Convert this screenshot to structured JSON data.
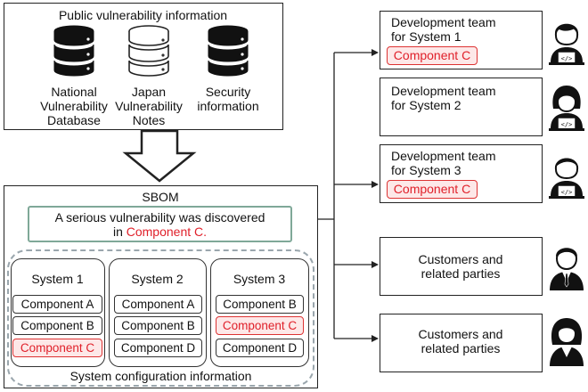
{
  "public_info": {
    "title": "Public vulnerability information",
    "sources": [
      {
        "label_lines": [
          "National",
          "Vulnerability",
          "Database"
        ],
        "color": "#111111",
        "icon": "database-icon-dark"
      },
      {
        "label_lines": [
          "Japan",
          "Vulnerability",
          "Notes"
        ],
        "color": "#ffffff",
        "icon": "database-icon-light"
      },
      {
        "label_lines": [
          "Security",
          "information"
        ],
        "color": "#111111",
        "icon": "database-icon-dark"
      }
    ]
  },
  "sbom": {
    "title": "SBOM",
    "alert_prefix": "A serious vulnerability was discovered",
    "alert_in": "in ",
    "alert_component": "Component C.",
    "config_label": "System configuration information",
    "systems": [
      {
        "name": "System 1",
        "components": [
          {
            "label": "Component A",
            "vulnerable": false
          },
          {
            "label": "Component B",
            "vulnerable": false
          },
          {
            "label": "Component C",
            "vulnerable": true
          }
        ]
      },
      {
        "name": "System 2",
        "components": [
          {
            "label": "Component A",
            "vulnerable": false
          },
          {
            "label": "Component B",
            "vulnerable": false
          },
          {
            "label": "Component D",
            "vulnerable": false
          }
        ]
      },
      {
        "name": "System 3",
        "components": [
          {
            "label": "Component B",
            "vulnerable": false
          },
          {
            "label": "Component C",
            "vulnerable": true
          },
          {
            "label": "Component D",
            "vulnerable": false
          }
        ]
      }
    ]
  },
  "recipients": [
    {
      "line1": "Development team",
      "line2": "for System 1",
      "component": "Component C",
      "person": "developer-icon"
    },
    {
      "line1": "Development team",
      "line2": "for System 2",
      "component": "",
      "person": "developer-icon"
    },
    {
      "line1": "Development team",
      "line2": "for System 3",
      "component": "Component C",
      "person": "developer-icon"
    },
    {
      "line1": "Customers and",
      "line2": "related parties",
      "component": "",
      "person": "businessman-icon"
    },
    {
      "line1": "Customers and",
      "line2": "related parties",
      "component": "",
      "person": "businesswoman-icon"
    }
  ],
  "colors": {
    "highlight": "#e0202a",
    "alert_border": "#7fa898"
  }
}
